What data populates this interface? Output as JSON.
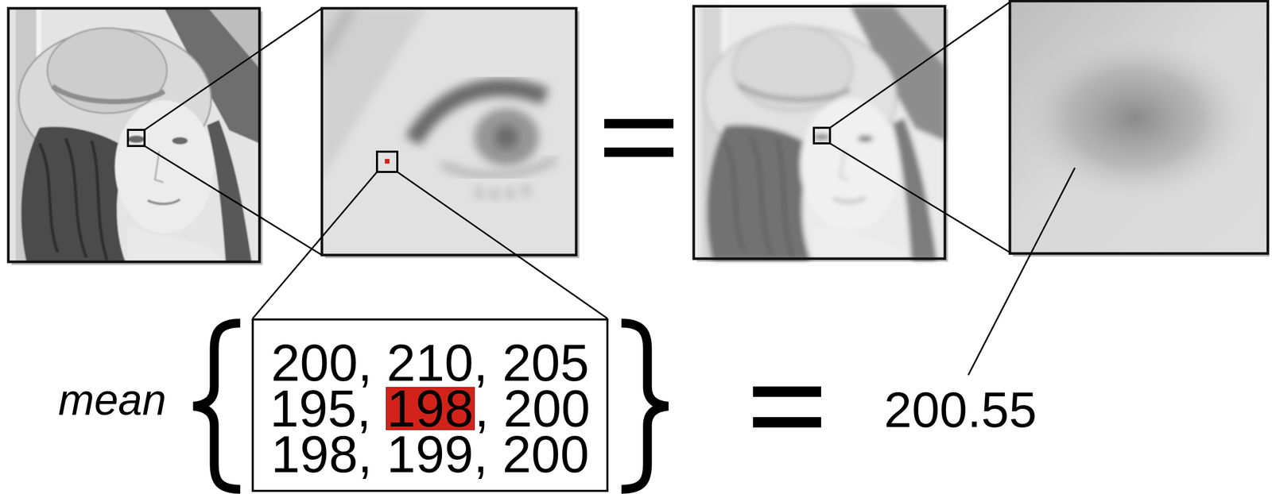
{
  "diagram": {
    "nodes": [
      {
        "text": [
          "200, 210, 205",
          "195,",
          ", 200",
          "198, 199, 200"
        ]
      },
      {
        "text": [
          "198"
        ],
        "in": 0
      }
    ],
    "labels": [
      "mean",
      "200.55"
    ]
  }
}
